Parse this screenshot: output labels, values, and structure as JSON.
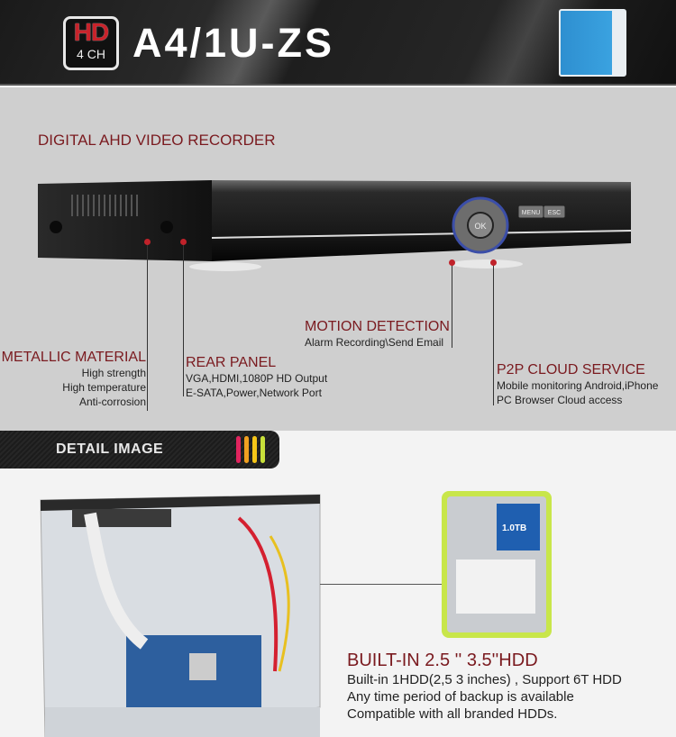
{
  "header": {
    "badge_hd": "HD",
    "badge_ch": "4 CH",
    "model": "A4/1U-ZS"
  },
  "device": {
    "subtitle": "DIGITAL AHD VIDEO RECORDER",
    "buttons": {
      "ok": "OK",
      "menu": "MENU",
      "esc": "ESC"
    }
  },
  "features": {
    "motion": {
      "title": "MOTION DETECTION",
      "lines": [
        "Alarm Recording\\Send Email"
      ]
    },
    "metallic": {
      "title": "METALLIC MATERIAL",
      "lines": [
        "High strength",
        "High temperature",
        "Anti-corrosion"
      ]
    },
    "rear": {
      "title": "REAR PANEL",
      "lines": [
        "VGA,HDMI,1080P HD Output",
        "E-SATA,Power,Network Port"
      ]
    },
    "p2p": {
      "title": "P2P CLOUD SERVICE",
      "lines": [
        "Mobile monitoring Android,iPhone",
        "PC Browser Cloud access"
      ]
    }
  },
  "detail": {
    "banner": "DETAIL IMAGE",
    "stripe_colors": [
      "#e0245e",
      "#f0a020",
      "#f5c518",
      "#c8e03a"
    ],
    "hdd_label": "1.0TB",
    "hdd_title": "BUILT-IN 2.5 '' 3.5''HDD",
    "hdd_lines": [
      "Built-in  1HDD(2,5 3 inches) , Support 6T HDD",
      "Any time period of backup is available",
      "Compatible with all branded HDDs."
    ]
  }
}
